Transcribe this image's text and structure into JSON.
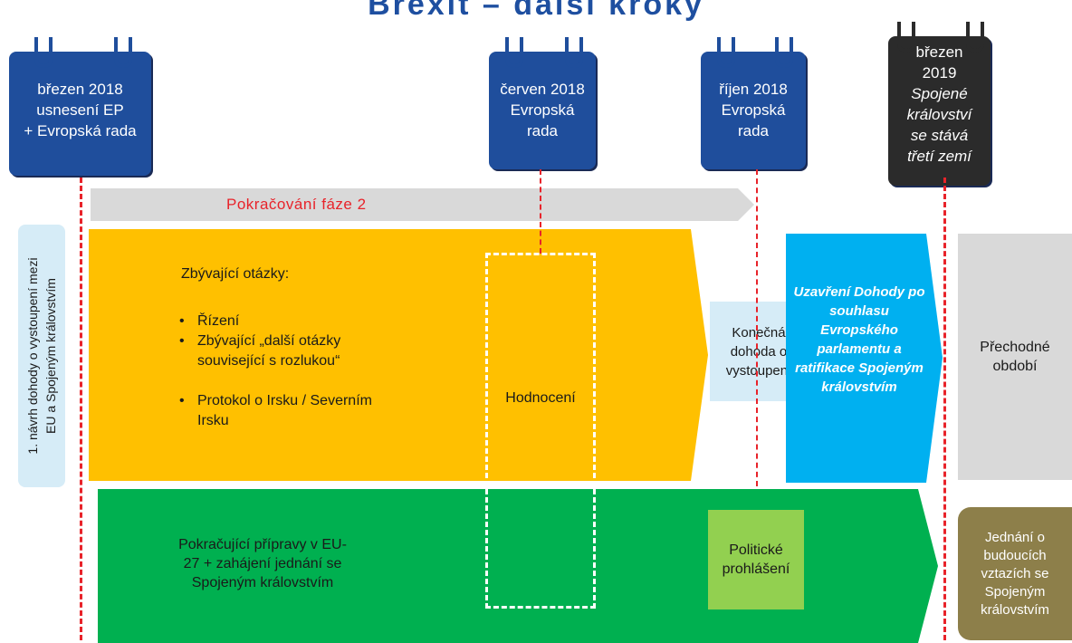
{
  "title": "Brexit – další kroky",
  "calendars": [
    {
      "month": "březen 2018",
      "lines": [
        "usnesení EP",
        "+ Evropská rada"
      ]
    },
    {
      "month": "červen 2018",
      "lines": [
        "Evropská",
        "rada"
      ]
    },
    {
      "month": "říjen 2018",
      "lines": [
        "Evropská",
        "rada"
      ]
    },
    {
      "month": "březen",
      "month2": "2019",
      "lines": [
        "Spojené",
        "království",
        "se stává",
        "třetí zemí"
      ]
    }
  ],
  "phase2_bar": "Pokračování fáze 2",
  "side_label": {
    "line1": "1. návrh dohody o vystoupení mezi",
    "line2": "EU a Spojeným královstvím"
  },
  "remaining": {
    "heading": "Zbývající otázky:",
    "items": [
      "Řízení",
      "Zbývající „další otázky související s rozlukou“",
      "Protokol o Irsku / Severním Irsku"
    ]
  },
  "assessment": "Hodnocení",
  "final_agreement": "Konečná dohoda o vystoupení",
  "conclusion": "Uzavření Dohody po souhlasu Evropského parlamentu a ratifikace Spojeným královstvím",
  "transition": "Přechodné období",
  "preparations": "Pokračující přípravy v EU-27 + zahájení jednání se Spojeným královstvím",
  "political_declaration": "Politické prohlášení",
  "future_relations": "Jednání o budoucích vztazích se Spojeným královstvím",
  "colors": {
    "calendar_blue": "#1f4e9c",
    "calendar_dark": "#2b2b2b",
    "phase_bar": "#d9d9d9",
    "yellow": "#ffc000",
    "green": "#00b050",
    "light_blue": "#00b0f0",
    "final_box": "#d6ecf7",
    "grey": "#d9d9d9",
    "light_green": "#92d050",
    "olive": "#8d7f4a",
    "red_dash": "#e8232a"
  }
}
